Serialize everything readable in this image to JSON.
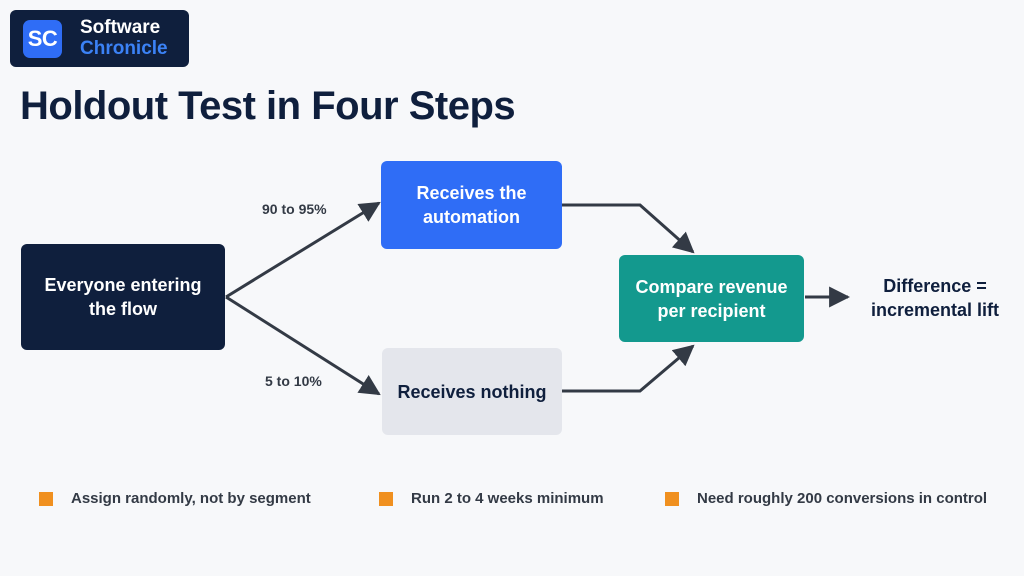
{
  "brand": {
    "badge": "SC",
    "name_line1": "Software",
    "name_line2": "Chronicle"
  },
  "title": "Holdout Test in Four Steps",
  "nodes": {
    "start": "Everyone entering the flow",
    "treatment": "Receives the automation",
    "holdout": "Receives nothing",
    "compare": "Compare revenue per recipient",
    "result": "Difference = incremental lift"
  },
  "edges": {
    "treatment_share": "90 to 95%",
    "holdout_share": "5 to 10%"
  },
  "tips": [
    "Assign randomly, not by segment",
    "Run 2 to 4 weeks minimum",
    "Need roughly 200 conversions in control"
  ],
  "colors": {
    "navy": "#0f1f3d",
    "blue": "#2f6df6",
    "teal": "#13998e",
    "gray": "#e4e6ec",
    "orange": "#f0901f"
  }
}
